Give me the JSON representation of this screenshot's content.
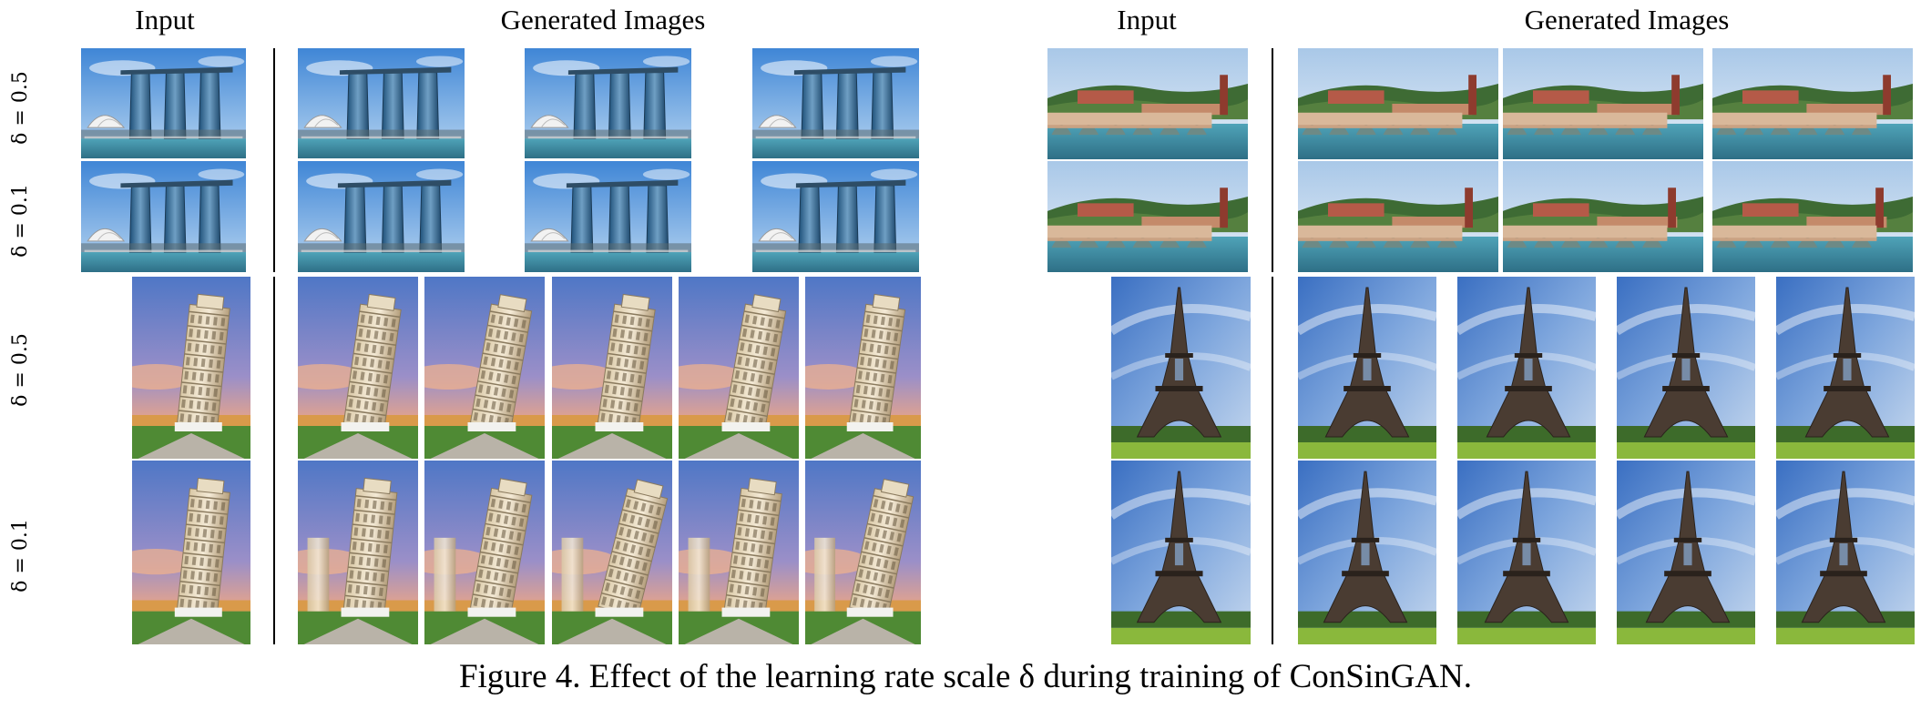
{
  "headers": {
    "left_input": "Input",
    "left_generated": "Generated Images",
    "right_input": "Input",
    "right_generated": "Generated Images"
  },
  "row_labels": {
    "top_1": "δ = 0.5",
    "top_2": "δ = 0.1",
    "bottom_1": "δ = 0.5",
    "bottom_2": "δ = 0.1"
  },
  "panels": {
    "singapore": {
      "subject": "Marina Bay Sands hotel",
      "generated_per_row": 3
    },
    "heidelberg": {
      "subject": "Heidelberg old bridge and castle",
      "generated_per_row": 3
    },
    "pisa": {
      "subject": "Leaning Tower of Pisa",
      "generated_per_row": 5
    },
    "eiffel": {
      "subject": "Eiffel Tower",
      "generated_per_row": 4
    }
  },
  "caption": "Figure 4. Effect of the learning rate scale δ during training of ConSinGAN."
}
